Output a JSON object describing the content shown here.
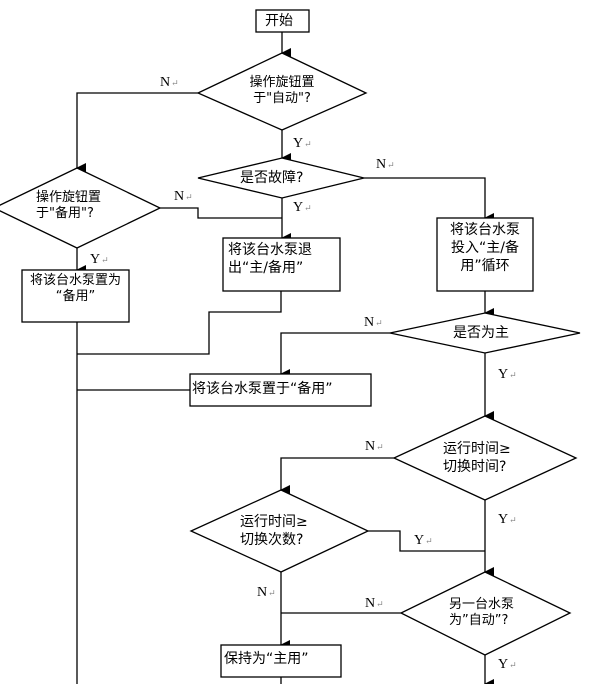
{
  "diagram": {
    "type": "flowchart",
    "nodes": {
      "start": "开始",
      "d_auto": [
        "操作旋钮置",
        "于\"自动\"?"
      ],
      "d_backup": [
        "操作旋钮置",
        "于\"备用\"?"
      ],
      "d_fault": "是否故障?",
      "p_set_backup": [
        "将该台水泵置为",
        "“备用”"
      ],
      "p_exit_cycle": [
        "将该台水泵退",
        "出“主/备用”"
      ],
      "p_enter_cycle": [
        "将该台水泵",
        "投入“主/备",
        "用”循环"
      ],
      "d_is_main": "是否为主",
      "p_set_backup2": "将该台水泵置于“备用”",
      "d_runtime_time": [
        "运行时间≥",
        "切换时间?"
      ],
      "d_runtime_count": [
        "运行时间≥",
        "切换次数?"
      ],
      "d_other_auto": [
        "另一台水泵",
        "为”自动”?"
      ],
      "p_keep_main": "保持为“主用”"
    },
    "labels": {
      "yes": "Y",
      "no": "N"
    }
  }
}
